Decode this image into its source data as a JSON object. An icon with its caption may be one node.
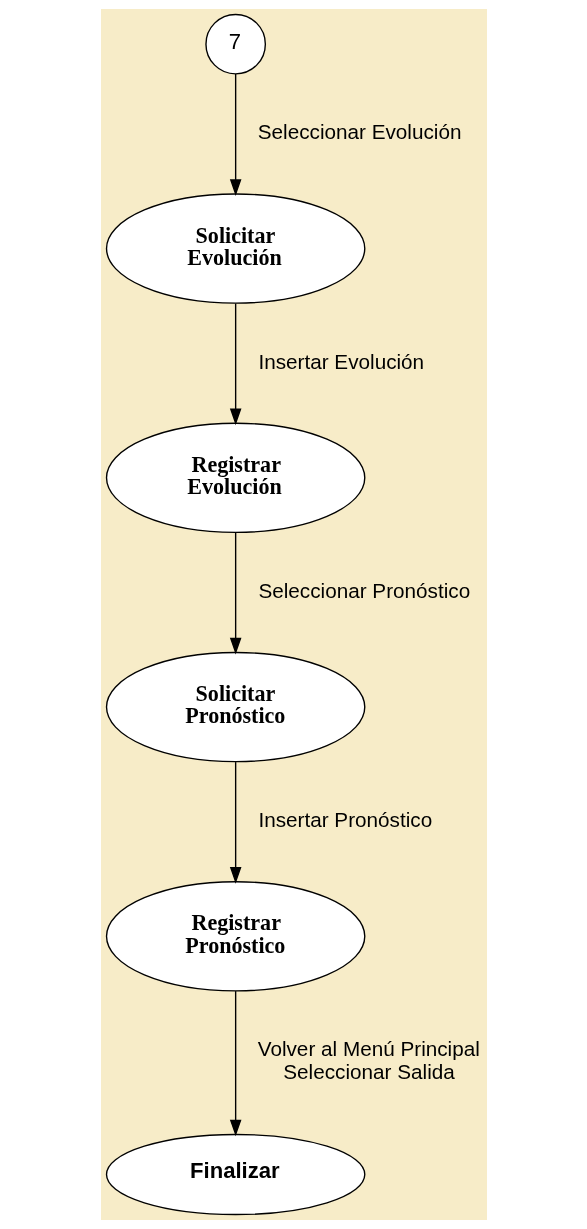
{
  "diagram": {
    "nodes": [
      {
        "text": [
          "7"
        ]
      },
      {
        "text": [
          "Solicitar Evolución"
        ]
      },
      {
        "text": [
          "Registrar Evolución"
        ]
      },
      {
        "text": [
          "Solicitar Pronóstico"
        ]
      },
      {
        "text": [
          "Registrar Pronóstico"
        ]
      },
      {
        "text": [
          "Finalizar"
        ]
      }
    ],
    "edges": [
      {
        "from": 0,
        "to": 1,
        "arrow": "to",
        "label": "Seleccionar Evolución"
      },
      {
        "from": 1,
        "to": 2,
        "arrow": "to",
        "label": "Insertar Evolución"
      },
      {
        "from": 2,
        "to": 3,
        "arrow": "to",
        "label": "Seleccionar Pronóstico"
      },
      {
        "from": 3,
        "to": 4,
        "arrow": "to",
        "label": "Insertar Pronóstico"
      },
      {
        "from": 4,
        "to": 5,
        "arrow": "to",
        "label": "Volver al Menú Principal Seleccionar Salida"
      }
    ]
  }
}
